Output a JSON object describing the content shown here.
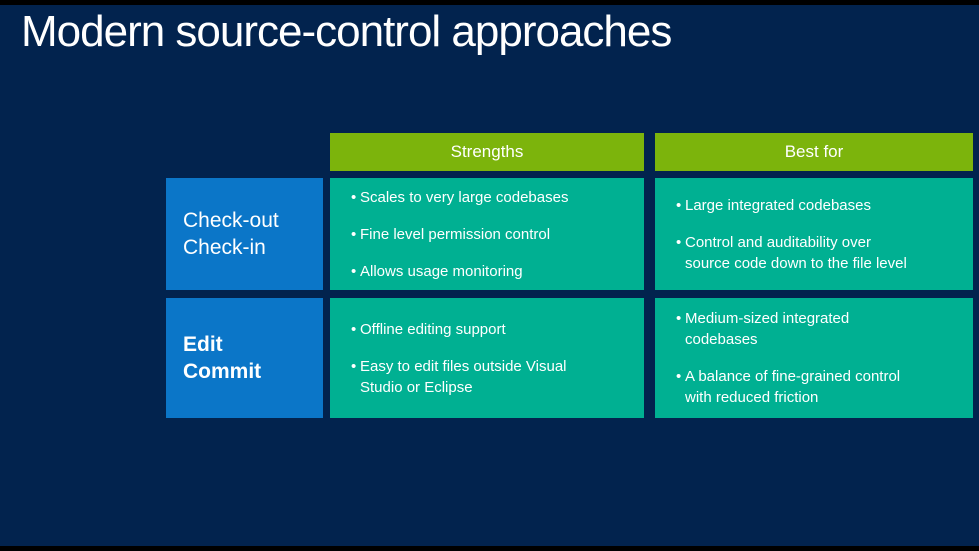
{
  "slide": {
    "title": "Modern source-control approaches"
  },
  "colors": {
    "background": "#02234e",
    "letterbox": "#000000",
    "header_green": "#7cb40c",
    "cell_teal": "#00b092",
    "label_blue": "#0b76c8",
    "text": "#ffffff"
  },
  "table": {
    "bullet_char": "•",
    "headers": {
      "strengths": "Strengths",
      "best_for": "Best for"
    },
    "rows": [
      {
        "label_lines": [
          "Check-out",
          "Check-in"
        ],
        "strengths": [
          "Scales to very large codebases",
          "Fine level permission control",
          "Allows usage monitoring"
        ],
        "best_for": [
          "Large integrated codebases",
          "Control and auditability over source code down to the file level"
        ]
      },
      {
        "label_lines": [
          "Edit",
          "Commit"
        ],
        "strengths": [
          "Offline editing support",
          "Easy to edit files outside Visual Studio or Eclipse"
        ],
        "best_for": [
          "Medium-sized integrated codebases",
          "A balance of fine-grained control with reduced friction"
        ]
      }
    ]
  }
}
